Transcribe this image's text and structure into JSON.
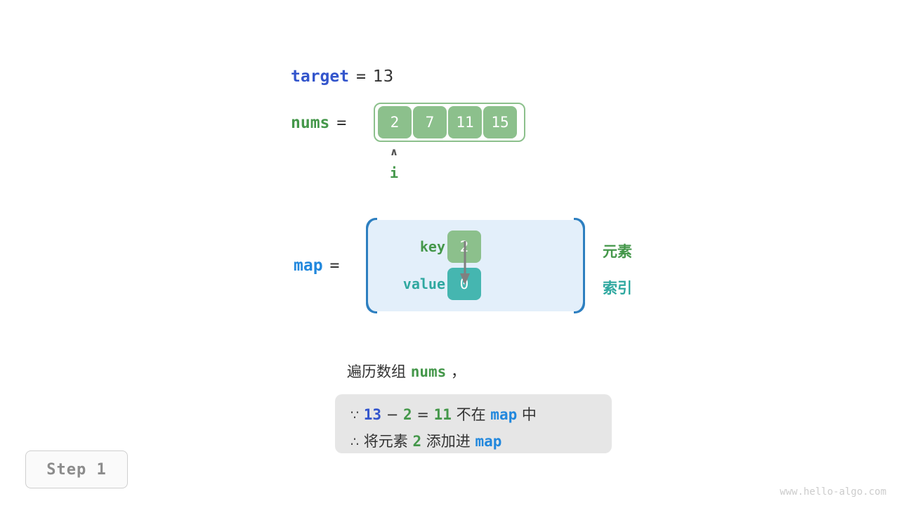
{
  "target": {
    "name": "target",
    "equals": "=",
    "value": "13"
  },
  "nums": {
    "name": "nums",
    "equals": "=",
    "cells": [
      "2",
      "7",
      "11",
      "15"
    ],
    "pointer": {
      "caret": "∧",
      "label": "i",
      "index": 0
    }
  },
  "map": {
    "name": "map",
    "equals": "=",
    "key_label": "key",
    "value_label": "value",
    "key_cell": "2",
    "value_cell": "0",
    "arrow_name": "key-to-value-arrow",
    "side_labels": {
      "element": "元素",
      "index": "索引"
    }
  },
  "description": {
    "prefix": "遍历数组 ",
    "code": "nums",
    "suffix": " ，"
  },
  "info": {
    "line1": {
      "symbol": "∵",
      "a": "13",
      "minus": " − ",
      "b": "2",
      "eq": " = ",
      "c": "11",
      "mid": " 不在 ",
      "map": "map",
      "end": " 中"
    },
    "line2": {
      "symbol": "∴",
      "pre": " 将元素 ",
      "value": "2",
      "mid": " 添加进 ",
      "map": "map"
    }
  },
  "step": {
    "label": "Step 1"
  },
  "watermark": {
    "text": "www.hello-algo.com"
  },
  "colors": {
    "green": "#8cc08c",
    "green_text": "#44974a",
    "teal": "#45b6b0",
    "teal_text": "#2fa8a0",
    "blue": "#2288dd",
    "indigo": "#3355cc",
    "map_border": "#2d7fc0",
    "map_fill": "#e3effa",
    "info_fill": "#e6e6e6",
    "arrow_gray": "#808080"
  }
}
